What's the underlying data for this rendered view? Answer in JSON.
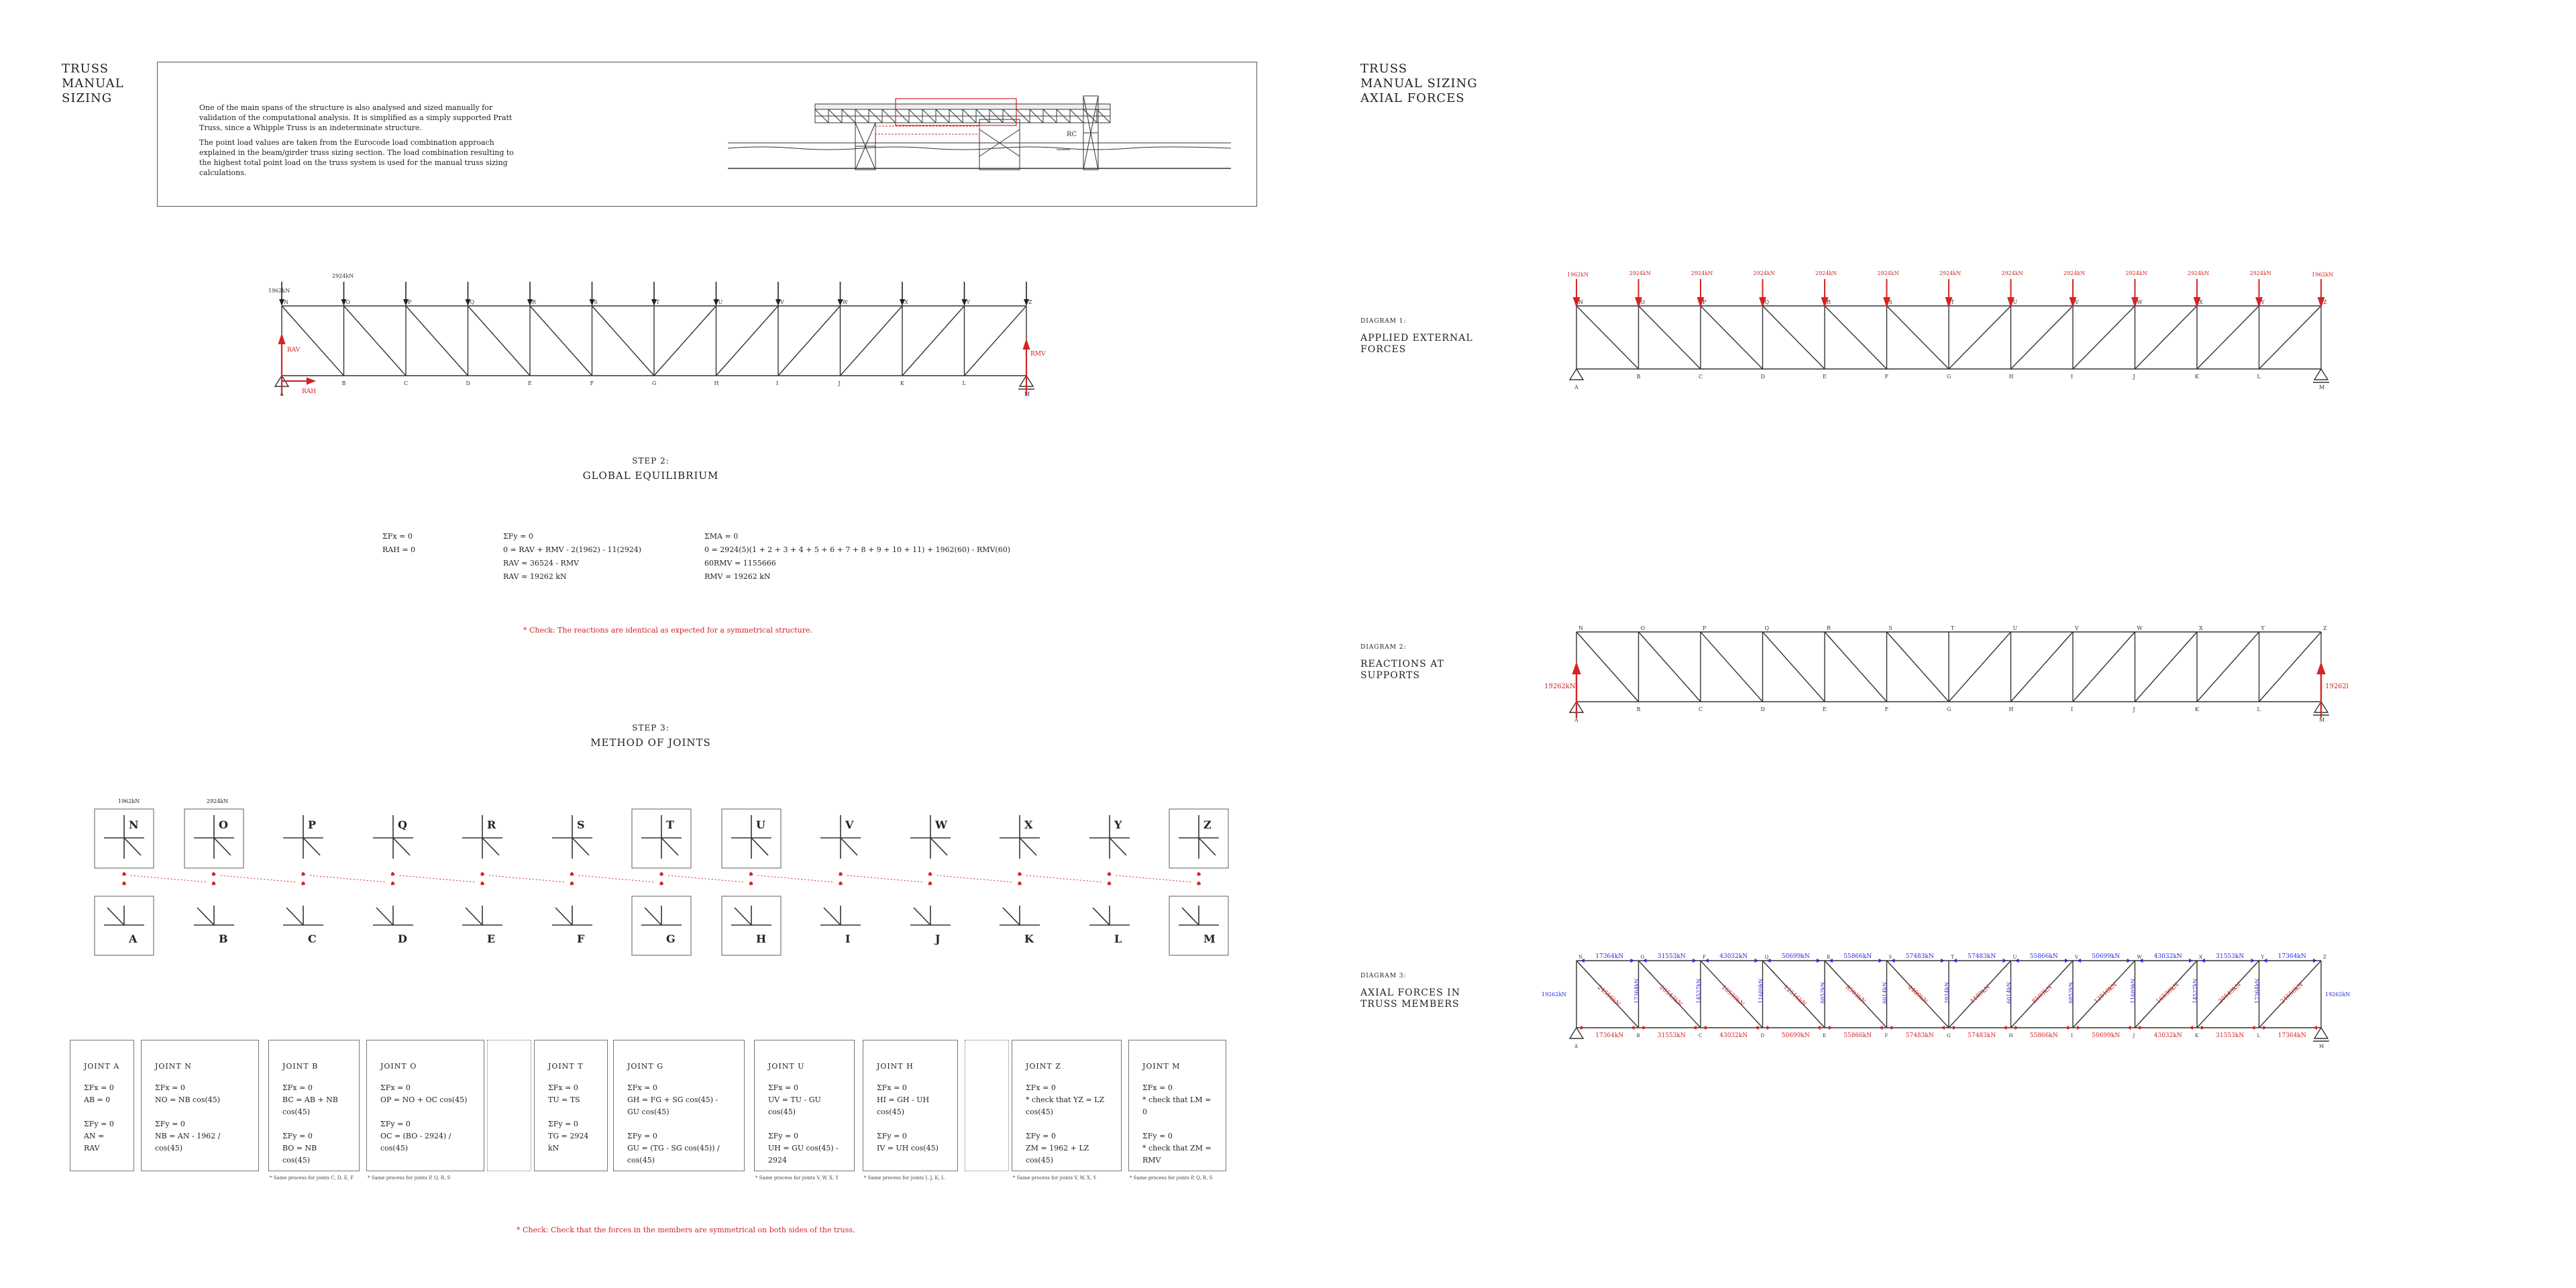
{
  "left_title": "TRUSS\nMANUAL\nSIZING",
  "intro": {
    "p1": "One of the main spans of the structure is also analysed and sized manually for validation of the computational analysis. It is simplified as a simply supported Pratt Truss, since a Whipple Truss is an indeterminate structure.",
    "p2": "The point load values are taken from the Eurocode load combination approach explained in the beam/girder truss sizing section. The load combination resulting to the highest total point load on the truss system is used for the manual truss sizing calculations.",
    "rc_label": "RC"
  },
  "main_truss": {
    "top_labels": [
      "N",
      "O",
      "P",
      "Q",
      "R",
      "S",
      "T",
      "U",
      "V",
      "W",
      "X",
      "Y",
      "Z"
    ],
    "bottom_labels": [
      "A",
      "B",
      "C",
      "D",
      "E",
      "F",
      "G",
      "H",
      "I",
      "J",
      "K",
      "L",
      "M"
    ],
    "end_load": "1962kN",
    "mid_load": "2924kN",
    "rv_left": "RAV",
    "rh_left": "RAH",
    "rv_right": "RMV"
  },
  "step2": {
    "num": "STEP 2:",
    "title": "GLOBAL EQUILIBRIUM",
    "col1": [
      "ΣFx = 0",
      "RAH = 0"
    ],
    "col2": [
      "ΣFy = 0",
      "0 = RAV + RMV - 2(1962) - 11(2924)",
      "RAV = 36524 - RMV",
      "RAV = 19262 kN"
    ],
    "col3": [
      "ΣMA = 0",
      "0 = 2924(5)(1 + 2 + 3 + 4 + 5 + 6 + 7 + 8 + 9 + 10 + 11) + 1962(60) - RMV(60)",
      "60RMV = 1155666",
      "RMV = 19262 kN"
    ],
    "check": "* Check: The reactions are identical as expected for a symmetrical structure."
  },
  "step3": {
    "num": "STEP 3:",
    "title": "METHOD OF JOINTS",
    "top_joints": [
      "N",
      "O",
      "P",
      "Q",
      "R",
      "S",
      "T",
      "U",
      "V",
      "W",
      "X",
      "Y",
      "Z"
    ],
    "bottom_joints": [
      "A",
      "B",
      "C",
      "D",
      "E",
      "F",
      "G",
      "H",
      "I",
      "J",
      "K",
      "L",
      "M"
    ],
    "load_n": "1962kN",
    "load_o": "2924kN",
    "check": "* Check: Check that the forces in the members are symmetrical on both sides of the truss."
  },
  "calc_boxes": [
    {
      "title": "JOINT A",
      "lines": [
        "ΣFx = 0",
        "AB = 0",
        "",
        "ΣFy = 0",
        "AN = RAV"
      ],
      "note": ""
    },
    {
      "title": "JOINT N",
      "lines": [
        "ΣFx = 0",
        "NO = NB cos(45)",
        "",
        "ΣFy = 0",
        "NB = AN - 1962 / cos(45)"
      ],
      "note": ""
    },
    {
      "title": "JOINT B",
      "lines": [
        "ΣFx = 0",
        "BC = AB + NB cos(45)",
        "",
        "ΣFy = 0",
        "BO = NB cos(45)"
      ],
      "note": "* Same process for joints C, D, E, F"
    },
    {
      "title": "JOINT O",
      "lines": [
        "ΣFx = 0",
        "OP = NO + OC cos(45)",
        "",
        "ΣFy = 0",
        "OC = (BO - 2924) / cos(45)"
      ],
      "note": "* Same process for joints P, Q, R, S"
    },
    {
      "title": "JOINT T",
      "lines": [
        "ΣFx = 0",
        "TU = TS",
        "",
        "ΣFy = 0",
        "TG = 2924 kN"
      ],
      "note": ""
    },
    {
      "title": "JOINT G",
      "lines": [
        "ΣFx = 0",
        "GH = FG + SG cos(45) - GU cos(45)",
        "",
        "ΣFy = 0",
        "GU = (TG - SG cos(45)) / cos(45)"
      ],
      "note": ""
    },
    {
      "title": "JOINT U",
      "lines": [
        "ΣFx = 0",
        "UV = TU - GU cos(45)",
        "",
        "ΣFy = 0",
        "UH = GU cos(45) - 2924"
      ],
      "note": "* Same process for joints V, W, X, Y"
    },
    {
      "title": "JOINT H",
      "lines": [
        "ΣFx = 0",
        "HI = GH - UH cos(45)",
        "",
        "ΣFy = 0",
        "IV = UH cos(45)"
      ],
      "note": "* Same process for joints I, J, K, L"
    },
    {
      "title": "JOINT Z",
      "lines": [
        "ΣFx = 0",
        "* check that YZ = LZ cos(45)",
        "",
        "ΣFy = 0",
        "ZM = 1962 + LZ cos(45)"
      ],
      "note": "* Same process for joints V, W, X, Y"
    },
    {
      "title": "JOINT M",
      "lines": [
        "ΣFx = 0",
        "* check that LM = 0",
        "",
        "ΣFy = 0",
        "* check that ZM = RMV"
      ],
      "note": "* Same process for joints P, Q, R, S"
    }
  ],
  "right_title": "TRUSS\nMANUAL SIZING\nAXIAL FORCES",
  "diagram1": {
    "label": "DIAGRAM 1:",
    "title": "APPLIED EXTERNAL\nFORCES",
    "end_load": "1962kN",
    "mid_load": "2924kN"
  },
  "diagram2": {
    "label": "DIAGRAM 2:",
    "title": "REACTIONS AT\nSUPPORTS",
    "reaction": "19262kN"
  },
  "diagram3": {
    "label": "DIAGRAM 3:",
    "title": "AXIAL FORCES IN\nTRUSS MEMBERS",
    "top_chord": [
      "17364kN",
      "31553kN",
      "43032kN",
      "50699kN",
      "55866kN",
      "57483kN",
      "57483kN",
      "55866kN",
      "50699kN",
      "43032kN",
      "31553kN",
      "17364kN"
    ],
    "bottom_chord": [
      "17364kN",
      "31553kN",
      "43032kN",
      "50699kN",
      "55866kN",
      "57483kN",
      "57483kN",
      "55866kN",
      "50699kN",
      "43032kN",
      "31553kN",
      "17364kN"
    ],
    "verticals": [
      "19262kN",
      "17364kN",
      "14527kN",
      "11689kN",
      "8852kN",
      "6014kN",
      "2924kN",
      "6014kN",
      "8852kN",
      "11689kN",
      "14527kN",
      "17364kN",
      "19262kN"
    ],
    "diagonals": [
      "24556kN",
      "20543kN",
      "16530kN",
      "12516kN",
      "8503kN",
      "4489kN",
      "4489kN",
      "8503kN",
      "12516kN",
      "16530kN",
      "20543kN",
      "24556kN"
    ]
  },
  "colors": {
    "red": "#d42424",
    "blue": "#2a2ae0",
    "line": "#333333"
  }
}
